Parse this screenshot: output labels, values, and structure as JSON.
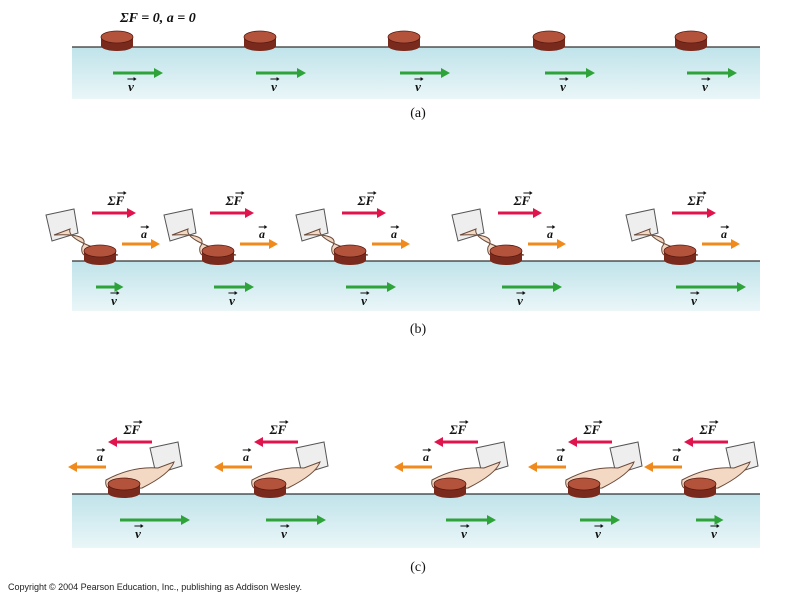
{
  "panels": [
    {
      "id": "a",
      "caption": "(a)",
      "header": "ΣF = 0, a = 0",
      "v_label": "v",
      "frames": [
        {
          "v": 1,
          "hand": "none"
        },
        {
          "v": 1,
          "hand": "none"
        },
        {
          "v": 1,
          "hand": "none"
        },
        {
          "v": 1,
          "hand": "none"
        },
        {
          "v": 1,
          "hand": "none"
        }
      ]
    },
    {
      "id": "b",
      "caption": "(b)",
      "force_label": "ΣF",
      "acc_label": "a",
      "v_label": "v",
      "direction": "right",
      "frames": [
        {
          "v": 0.55,
          "hand": "behind"
        },
        {
          "v": 0.8,
          "hand": "behind"
        },
        {
          "v": 1.0,
          "hand": "behind"
        },
        {
          "v": 1.2,
          "hand": "behind"
        },
        {
          "v": 1.4,
          "hand": "behind"
        }
      ]
    },
    {
      "id": "c",
      "caption": "(c)",
      "force_label": "ΣF",
      "acc_label": "a",
      "v_label": "v",
      "direction": "left",
      "frames": [
        {
          "v": 1.4,
          "hand": "front"
        },
        {
          "v": 1.2,
          "hand": "front"
        },
        {
          "v": 1.0,
          "hand": "front"
        },
        {
          "v": 0.8,
          "hand": "front"
        },
        {
          "v": 0.55,
          "hand": "front"
        }
      ]
    }
  ],
  "colors": {
    "force": "#e0144c",
    "acceleration": "#f08a1c",
    "velocity": "#2ea33a",
    "surface": "#cfe9ee",
    "puck_top": "#b3533c",
    "puck_side": "#7a2a1c",
    "skin": "#f3d9c4",
    "cuff": "#eeeeee"
  },
  "copyright": "Copyright © 2004 Pearson Education, Inc., publishing as Addison Wesley."
}
